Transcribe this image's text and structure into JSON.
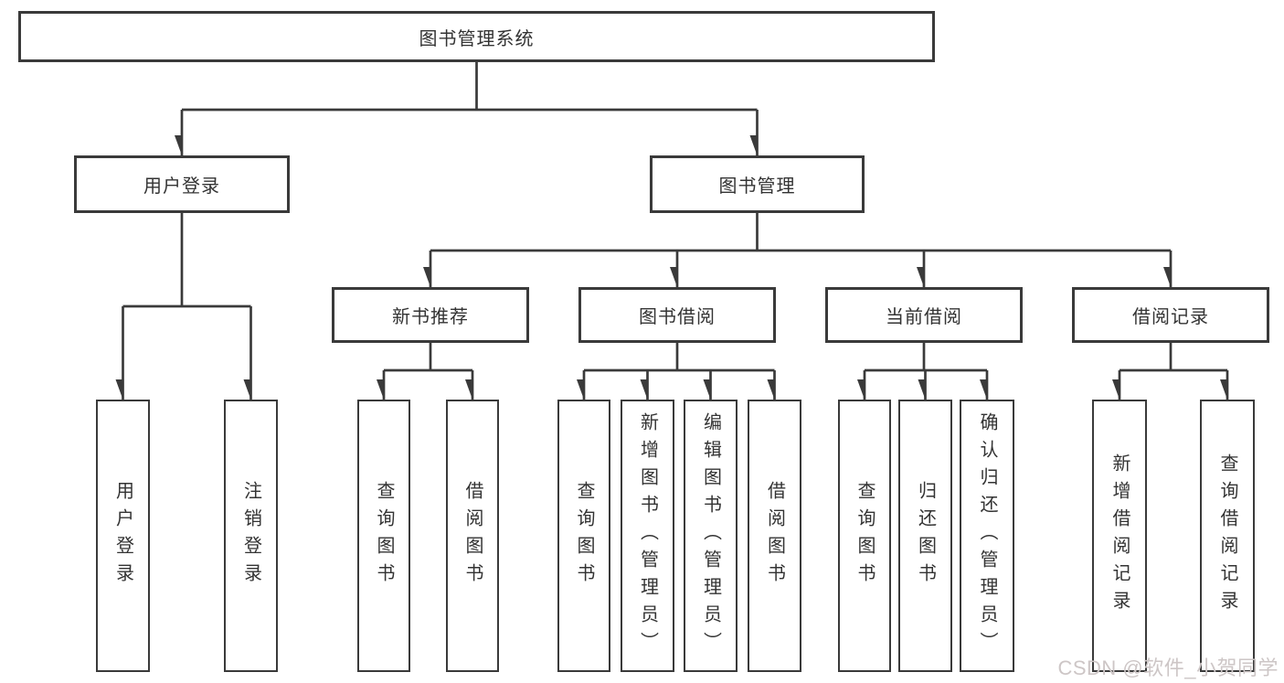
{
  "colors": {
    "line": "#3a3a3a",
    "text": "#333333",
    "box_background": "#ffffff",
    "watermark": "#cdc6c6"
  },
  "tree": {
    "root": {
      "label": "图书管理系统"
    },
    "branches": [
      {
        "label": "用户登录",
        "children": [
          {
            "label": "用户登录"
          },
          {
            "label": "注销登录"
          }
        ]
      },
      {
        "label": "图书管理",
        "children": [
          {
            "label": "新书推荐",
            "children": [
              {
                "label": "查询图书"
              },
              {
                "label": "借阅图书"
              }
            ]
          },
          {
            "label": "图书借阅",
            "children": [
              {
                "label": "查询图书"
              },
              {
                "label": "新增图书（管理员）"
              },
              {
                "label": "编辑图书（管理员）"
              },
              {
                "label": "借阅图书"
              }
            ]
          },
          {
            "label": "当前借阅",
            "children": [
              {
                "label": "查询图书"
              },
              {
                "label": "归还图书"
              },
              {
                "label": "确认归还（管理员）"
              }
            ]
          },
          {
            "label": "借阅记录",
            "children": [
              {
                "label": "新增借阅记录"
              },
              {
                "label": "查询借阅记录"
              }
            ]
          }
        ]
      }
    ]
  },
  "watermark": {
    "text": "CSDN @软件_小贺同学"
  }
}
